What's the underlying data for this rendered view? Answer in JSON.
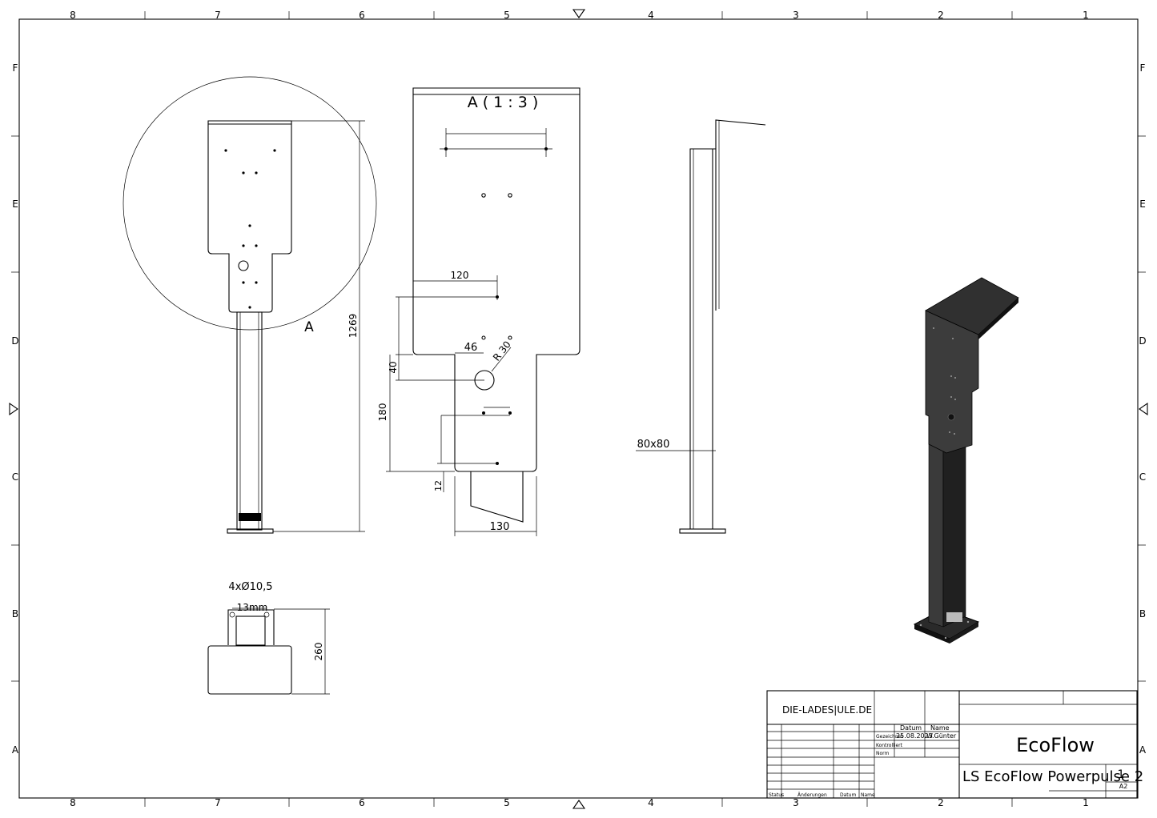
{
  "sheet": {
    "col_labels": [
      "8",
      "7",
      "6",
      "5",
      "4",
      "3",
      "2",
      "1"
    ],
    "row_labels": [
      "F",
      "E",
      "D",
      "C",
      "B",
      "A"
    ]
  },
  "views": {
    "detail_label": "A",
    "detail_title": "A ( 1 : 3 )",
    "dim_overall_height": "1269",
    "dim_46": "46",
    "dim_radius": "R 30",
    "dim_40": "40",
    "dim_180": "180",
    "dim_12": "12",
    "dim_130": "130",
    "dim_120": "120",
    "dim_post": "80x80",
    "dim_holes": "4xØ10,5",
    "dim_13mm": "13mm",
    "dim_260": "260"
  },
  "title_block": {
    "company": "DIE-LADES|ULE.DE",
    "col_datum": "Datum",
    "col_name": "Name",
    "row_gezeichnet": "Gezeichnet",
    "date": "25.08.2023",
    "drawn_by": "W.Günter",
    "row_kontrolliert": "Kontrolliert",
    "row_norm": "Norm",
    "footer_status": "Status",
    "footer_aenderungen": "Änderungen",
    "footer_datum": "Datum",
    "footer_name": "Name",
    "title": "EcoFlow",
    "subtitle": "LS EcoFlow Powerpulse 2",
    "sheet_number": "1",
    "format": "A2"
  }
}
